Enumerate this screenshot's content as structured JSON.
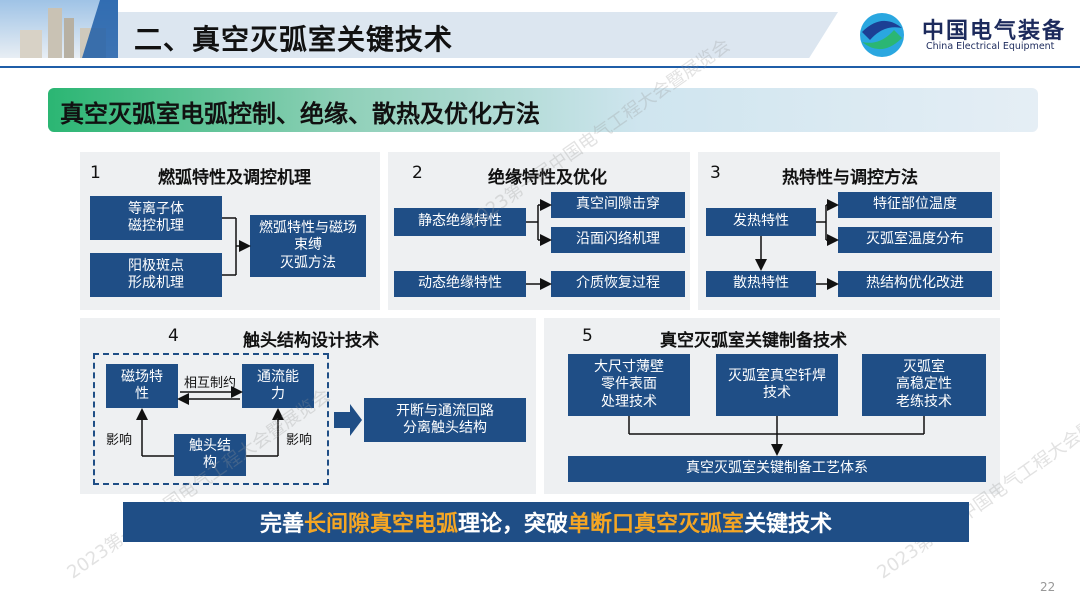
{
  "header": {
    "title": "二、真空灭弧室关键技术",
    "logo_cn": "中国电气装备",
    "logo_en": "China Electrical Equipment"
  },
  "subtitle": "真空灭弧室电弧控制、绝缘、散热及优化方法",
  "panel1": {
    "num": "1",
    "title": "燃弧特性及调控机理",
    "box_plasma": "等离子体\n磁控机理",
    "box_anode": "阳极斑点\n形成机理",
    "box_result": "燃弧特性与磁场\n束缚\n灭弧方法"
  },
  "panel2": {
    "num": "2",
    "title": "绝缘特性及优化",
    "box_static": "静态绝缘特性",
    "box_gap": "真空间隙击穿",
    "box_flashover": "沿面闪络机理",
    "box_dynamic": "动态绝缘特性",
    "box_recovery": "介质恢复过程"
  },
  "panel3": {
    "num": "3",
    "title": "热特性与调控方法",
    "box_heat": "发热特性",
    "box_temp": "特征部位温度",
    "box_dist": "灭弧室温度分布",
    "box_dissipation": "散热特性",
    "box_optimize": "热结构优化改进"
  },
  "panel4": {
    "num": "4",
    "title": "触头结构设计技术",
    "box_magnetic": "磁场特\n性",
    "box_current": "通流能\n力",
    "label_mutual": "相互制约",
    "label_left_influence": "影响",
    "label_right_influence": "影响",
    "box_contact": "触头结\n构",
    "box_separate": "开断与通流回路\n分离触头结构"
  },
  "panel5": {
    "num": "5",
    "title": "真空灭弧室关键制备技术",
    "box_large": "大尺寸薄壁\n零件表面\n处理技术",
    "box_brazing": "灭弧室真空钎焊\n技术",
    "box_stable": "灭弧室\n高稳定性\n老练技术",
    "box_system": "真空灭弧室关键制备工艺体系"
  },
  "banner": {
    "p1": "完善",
    "h1": "长间隙真空电弧",
    "p2": "理论，突破",
    "h2": "单断口真空灭弧室",
    "p3": "关键技术"
  },
  "watermark": "2023第一届中国电气工程大会暨展览会",
  "page_number": "22",
  "colors": {
    "box": "#1f4e86",
    "highlight": "#f5a623",
    "panel": "#eef0f2",
    "subtitle_green": "#2bb673"
  }
}
